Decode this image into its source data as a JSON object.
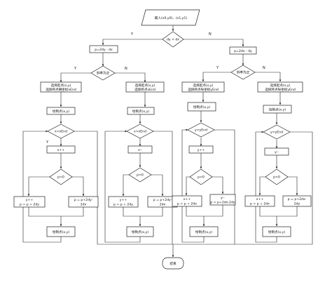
{
  "start": "输入(x0,y0)、(x1,y1)",
  "top_decision": "dy < dx",
  "yes": "Y",
  "no": "N",
  "end": "结束",
  "left": {
    "init": "p=2dy - dx",
    "slope": "斜率为正",
    "branch_a": {
      "choose": [
        "选择起点(x,y)",
        "选择终点横坐标xEnd"
      ],
      "draw": "绘制点(x,y)",
      "loop": "x<xEnd",
      "step": "x++",
      "test": "p<0",
      "yes_action": [
        "y++",
        "p = p + 2dy"
      ],
      "no_action": [
        "p = p+2dy-",
        "2dx"
      ],
      "draw2": "绘制点(x,y)"
    },
    "branch_b": {
      "choose": [
        "选择起点(x,y)",
        "选择终点xEnd"
      ],
      "draw": "绘制点(x,y)",
      "loop": "x<xEnd",
      "step": "x--",
      "test": "p<0",
      "yes_action": [
        "y++",
        "p = p + 2dy"
      ],
      "no_action": [
        "p = p+2dy-",
        "2dx"
      ],
      "draw2": "绘制点(x,y)"
    }
  },
  "right": {
    "init": "p=2dx - dy",
    "slope": "斜率为正",
    "branch_c": {
      "choose": [
        "选择起点(x,y)",
        "选择终点纵坐标yEnd"
      ],
      "draw": "绘制点(x,y)",
      "loop": "y<yEnd",
      "step": "y++",
      "test": "p<0",
      "yes_action": [
        "x++",
        "p = p + 2dx"
      ],
      "no_action": [
        "y--",
        "p = p+2dx-2dy"
      ],
      "draw2": "绘制点(x,y)"
    },
    "branch_d": {
      "choose": [
        "选择起点(x,y)",
        "选择终点纵坐标yEnd"
      ],
      "draw": "绘制点(x,y)",
      "loop": "y<yEnd",
      "step": "y--",
      "test": "p<0",
      "yes_action": [
        "x++",
        "p = p + 2dx"
      ],
      "no_action": [
        "p = p+2dx-",
        "2dy"
      ],
      "draw2": "绘制点(x,y)"
    }
  }
}
